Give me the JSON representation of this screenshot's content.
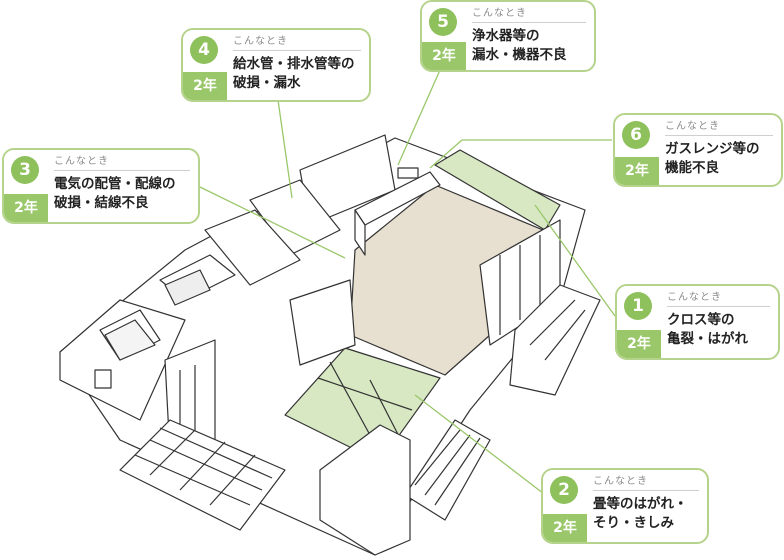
{
  "callouts": [
    {
      "num": "1",
      "years": "2年",
      "when": "こんなとき",
      "line1": "クロス等の",
      "line2": "亀裂・はがれ"
    },
    {
      "num": "2",
      "years": "2年",
      "when": "こんなとき",
      "line1": "畳等のはがれ・",
      "line2": "そり・きしみ"
    },
    {
      "num": "3",
      "years": "2年",
      "when": "こんなとき",
      "line1": "電気の配管・配線の",
      "line2": "破損・結線不良"
    },
    {
      "num": "4",
      "years": "2年",
      "when": "こんなとき",
      "line1": "給水管・排水管等の",
      "line2": "破損・漏水"
    },
    {
      "num": "5",
      "years": "2年",
      "when": "こんなとき",
      "line1": "浄水器等の",
      "line2": "漏水・機器不良"
    },
    {
      "num": "6",
      "years": "2年",
      "when": "こんなとき",
      "line1": "ガスレンジ等の",
      "line2": "機能不良"
    }
  ],
  "colors": {
    "accent": "#8ec05b",
    "accent_dark": "#9ac76a",
    "border": "#b5d38a",
    "floor_beige": "#e7dfcf",
    "floor_green": "#d7e8c3"
  }
}
